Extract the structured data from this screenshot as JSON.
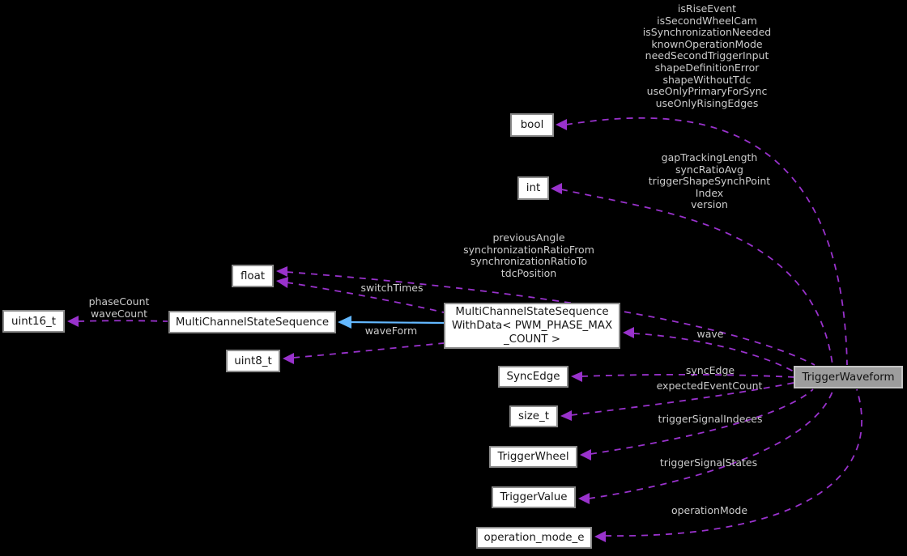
{
  "diagram_type": "doxygen-collaboration-graph",
  "colors": {
    "background": "#000000",
    "member_edge": "#9932CC",
    "inheritance_edge": "#63B8FF",
    "edge_label_text": "#CBCBCB",
    "node_fill": "#FFFFFF",
    "node_border": "#8A8A8A",
    "node_text": "#161616",
    "highlight_node_fill": "#9D9D9D",
    "highlight_node_border": "#C3C3C3"
  },
  "nodes": [
    {
      "label": "bool"
    },
    {
      "label": "int"
    },
    {
      "label": "float"
    },
    {
      "label": "uint16_t"
    },
    {
      "label": "MultiChannelStateSequence"
    },
    {
      "label": "uint8_t"
    },
    {
      "label": "MultiChannelStateSequence\nWithData< PWM_PHASE_MAX\n_COUNT >"
    },
    {
      "label": "SyncEdge"
    },
    {
      "label": "size_t"
    },
    {
      "label": "TriggerWheel"
    },
    {
      "label": "TriggerValue"
    },
    {
      "label": "operation_mode_e"
    },
    {
      "label": "TriggerWaveform"
    }
  ],
  "edge_labels": [
    {
      "text": "isRiseEvent\nisSecondWheelCam\nisSynchronizationNeeded\nknownOperationMode\nneedSecondTriggerInput\nshapeDefinitionError\nshapeWithoutTdc\nuseOnlyPrimaryForSync\nuseOnlyRisingEdges"
    },
    {
      "text": "gapTrackingLength\nsyncRatioAvg\ntriggerShapeSynchPoint\nIndex\nversion"
    },
    {
      "text": "previousAngle\nsynchronizationRatioFrom\nsynchronizationRatioTo\ntdcPosition"
    },
    {
      "text": "switchTimes"
    },
    {
      "text": "phaseCount\nwaveCount"
    },
    {
      "text": "waveForm"
    },
    {
      "text": "wave"
    },
    {
      "text": "syncEdge"
    },
    {
      "text": "expectedEventCount"
    },
    {
      "text": "triggerSignalIndeces"
    },
    {
      "text": "triggerSignalStates"
    },
    {
      "text": "operationMode"
    }
  ]
}
